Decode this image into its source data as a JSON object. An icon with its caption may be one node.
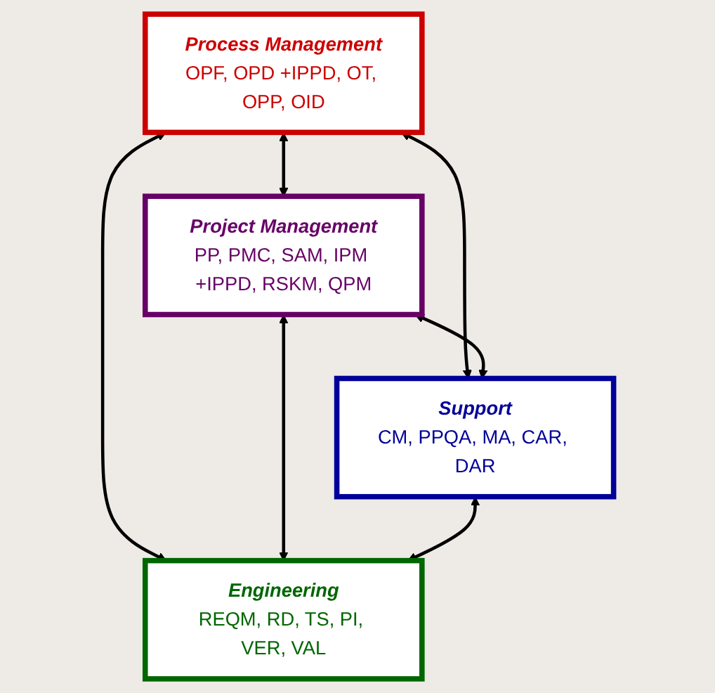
{
  "diagram": {
    "nodes": [
      {
        "text": [
          "Process Management",
          "OPF, OPD +IPPD, OT, OPP, OID"
        ]
      },
      {
        "text": [
          "Project Management",
          "PP, PMC, SAM, IPM +IPPD, RSKM, QPM"
        ]
      },
      {
        "text": [
          "Support",
          "CM, PPQA, MA, CAR, DAR"
        ]
      },
      {
        "text": [
          "Engineering",
          "REQM, RD, TS, PI, VER, VAL"
        ]
      }
    ],
    "edges": [
      {
        "from": 0,
        "to": 1,
        "arrow": "both"
      },
      {
        "from": 0,
        "to": 2,
        "arrow": "both"
      },
      {
        "from": 0,
        "to": 3,
        "arrow": "both"
      },
      {
        "from": 1,
        "to": 2,
        "arrow": "both"
      },
      {
        "from": 1,
        "to": 3,
        "arrow": "both"
      },
      {
        "from": 2,
        "to": 3,
        "arrow": "both"
      }
    ]
  }
}
